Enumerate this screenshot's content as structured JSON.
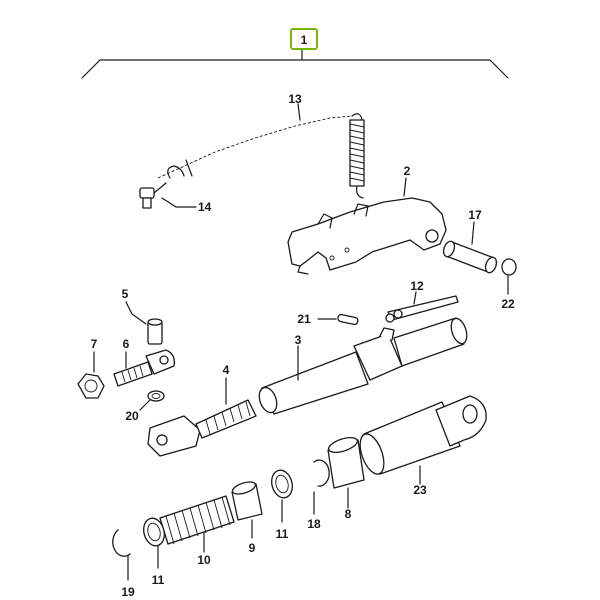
{
  "diagram": {
    "highlight_color": "#7ab800",
    "assembly": {
      "number": "1"
    },
    "parts": [
      {
        "id": "p2",
        "number": "2"
      },
      {
        "id": "p4",
        "number": "4"
      },
      {
        "id": "p5",
        "number": "5"
      },
      {
        "id": "p6",
        "number": "6"
      },
      {
        "id": "p7",
        "number": "7"
      },
      {
        "id": "p8",
        "number": "8"
      },
      {
        "id": "p9",
        "number": "9"
      },
      {
        "id": "p10",
        "number": "10"
      },
      {
        "id": "p11a",
        "number": "11"
      },
      {
        "id": "p11b",
        "number": "11"
      },
      {
        "id": "p12",
        "number": "12"
      },
      {
        "id": "p13",
        "number": "13"
      },
      {
        "id": "p14",
        "number": "14"
      },
      {
        "id": "p17",
        "number": "17"
      },
      {
        "id": "p18",
        "number": "18"
      },
      {
        "id": "p19",
        "number": "19"
      },
      {
        "id": "p20",
        "number": "20"
      },
      {
        "id": "p21",
        "number": "21"
      },
      {
        "id": "p22",
        "number": "22"
      },
      {
        "id": "p23",
        "number": "23"
      },
      {
        "id": "p3",
        "number": "3"
      }
    ]
  }
}
